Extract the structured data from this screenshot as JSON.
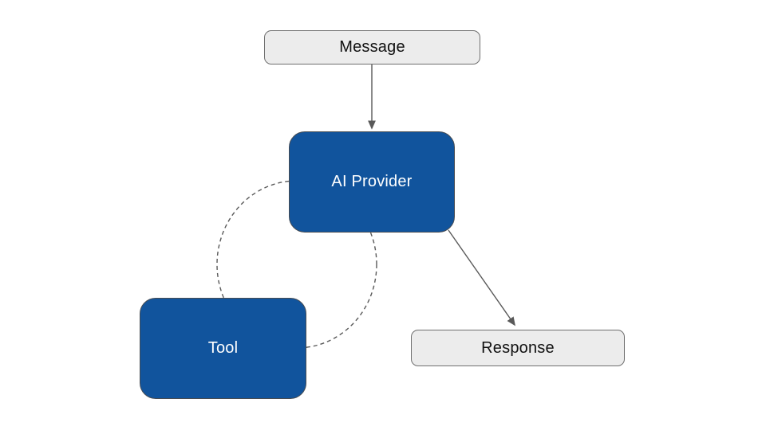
{
  "diagram": {
    "background_color": "#ffffff",
    "edge_color": "#595959",
    "colors": {
      "process_node_fill": "#11549d",
      "process_node_text": "#ffffff",
      "terminal_node_fill": "#ececec",
      "terminal_node_text": "#111111"
    },
    "nodes": {
      "message": {
        "label": "Message",
        "shape": "rounded-rect",
        "variant": "light"
      },
      "provider": {
        "label": "AI Provider",
        "shape": "rounded-rect",
        "variant": "blue"
      },
      "tool": {
        "label": "Tool",
        "shape": "rounded-rect",
        "variant": "blue"
      },
      "response": {
        "label": "Response",
        "shape": "rounded-rect",
        "variant": "light"
      }
    },
    "edges": [
      {
        "from": "message",
        "to": "provider",
        "style": "solid",
        "arrowhead": true
      },
      {
        "from": "provider",
        "to": "response",
        "style": "solid",
        "arrowhead": true
      },
      {
        "from": "provider",
        "to": "tool",
        "style": "dashed-loop",
        "arrowhead": false
      }
    ]
  }
}
